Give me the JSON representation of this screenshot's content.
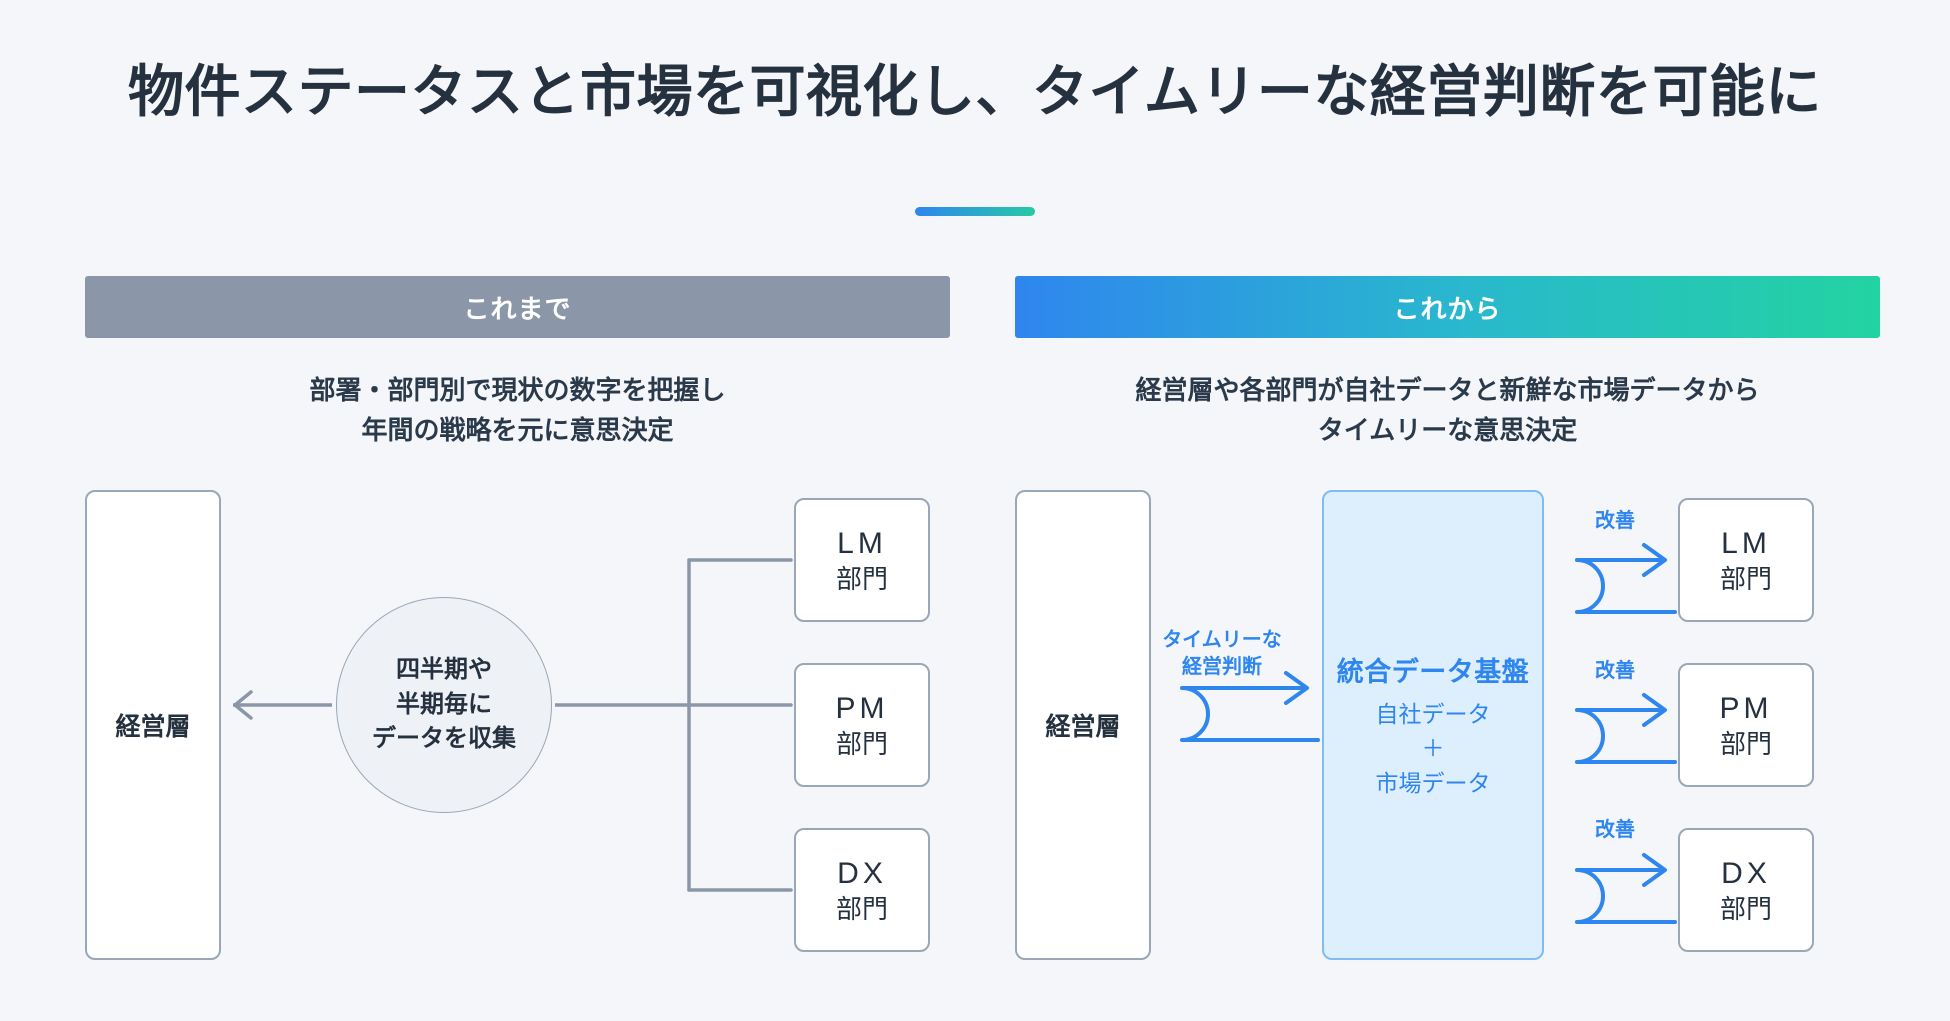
{
  "slide": {
    "title": "物件ステータスと市場を可視化し、タイムリーな経営判断を可能に",
    "background_color": "#f4f6f9",
    "title_color": "#25313f",
    "accent_gradient_from": "#2f86ee",
    "accent_gradient_to": "#27c9a7"
  },
  "columns": {
    "past": {
      "header": "これまで",
      "header_color": "#8b97a8",
      "subtitle_line1": "部署・部門別で現状の数字を把握し",
      "subtitle_line2": "年間の戦略を元に意思決定",
      "exec_box": "経営層",
      "circle_line1": "四半期や",
      "circle_line2": "半期毎に",
      "circle_line3": "データを収集",
      "departments": [
        {
          "code": "LM",
          "label": "部門"
        },
        {
          "code": "PM",
          "label": "部門"
        },
        {
          "code": "DX",
          "label": "部門"
        }
      ],
      "connector_color": "#8b97a8"
    },
    "future": {
      "header": "これから",
      "header_gradient_from": "#2f86ee",
      "header_gradient_mid": "#29b8cd",
      "header_gradient_to": "#23d3a1",
      "subtitle_line1": "経営層や各部門が自社データと新鮮な市場データから",
      "subtitle_line2": "タイムリーな意思決定",
      "exec_box": "経営層",
      "platform_title": "統合データ基盤",
      "platform_line1": "自社データ",
      "platform_line2": "＋",
      "platform_line3": "市場データ",
      "platform_fill": "#ddeefc",
      "platform_border": "#7fbcf2",
      "arrow_color": "#2f86ee",
      "timely_label_line1": "タイムリーな",
      "timely_label_line2": "経営判断",
      "improve_labels": [
        "改善",
        "改善",
        "改善"
      ],
      "departments": [
        {
          "code": "LM",
          "label": "部門"
        },
        {
          "code": "PM",
          "label": "部門"
        },
        {
          "code": "DX",
          "label": "部門"
        }
      ]
    }
  }
}
